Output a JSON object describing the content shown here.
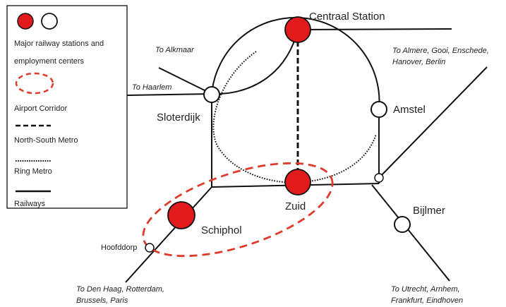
{
  "legend": {
    "major_stations": "Major railway stations and employment centers",
    "airport_corridor": "Airport Corridor",
    "north_south_metro": "North-South Metro",
    "ring_metro": "Ring Metro",
    "railways": "Railways"
  },
  "stations": {
    "centraal": "Centraal Station",
    "sloterdijk": "Sloterdijk",
    "amstel": "Amstel",
    "zuid": "Zuid",
    "schiphol": "Schiphol",
    "bijlmer": "Bijlmer",
    "hoofddorp": "Hoofddorp"
  },
  "destinations": {
    "alkmaar": "To Alkmaar",
    "haarlem": "To Haarlem",
    "almere": "To Almere, Gooi, Enschede,",
    "almere2": "Hanover, Berlin",
    "den_haag": "To Den Haag, Rotterdam,",
    "den_haag2": "Brussels, Paris",
    "utrecht": "To Utrecht, Arnhem,",
    "utrecht2": "Frankfurt, Eindhoven"
  },
  "colors": {
    "major_station": "#e11b1b",
    "airport_corridor": "#e03a2a",
    "lines": "#111111"
  }
}
